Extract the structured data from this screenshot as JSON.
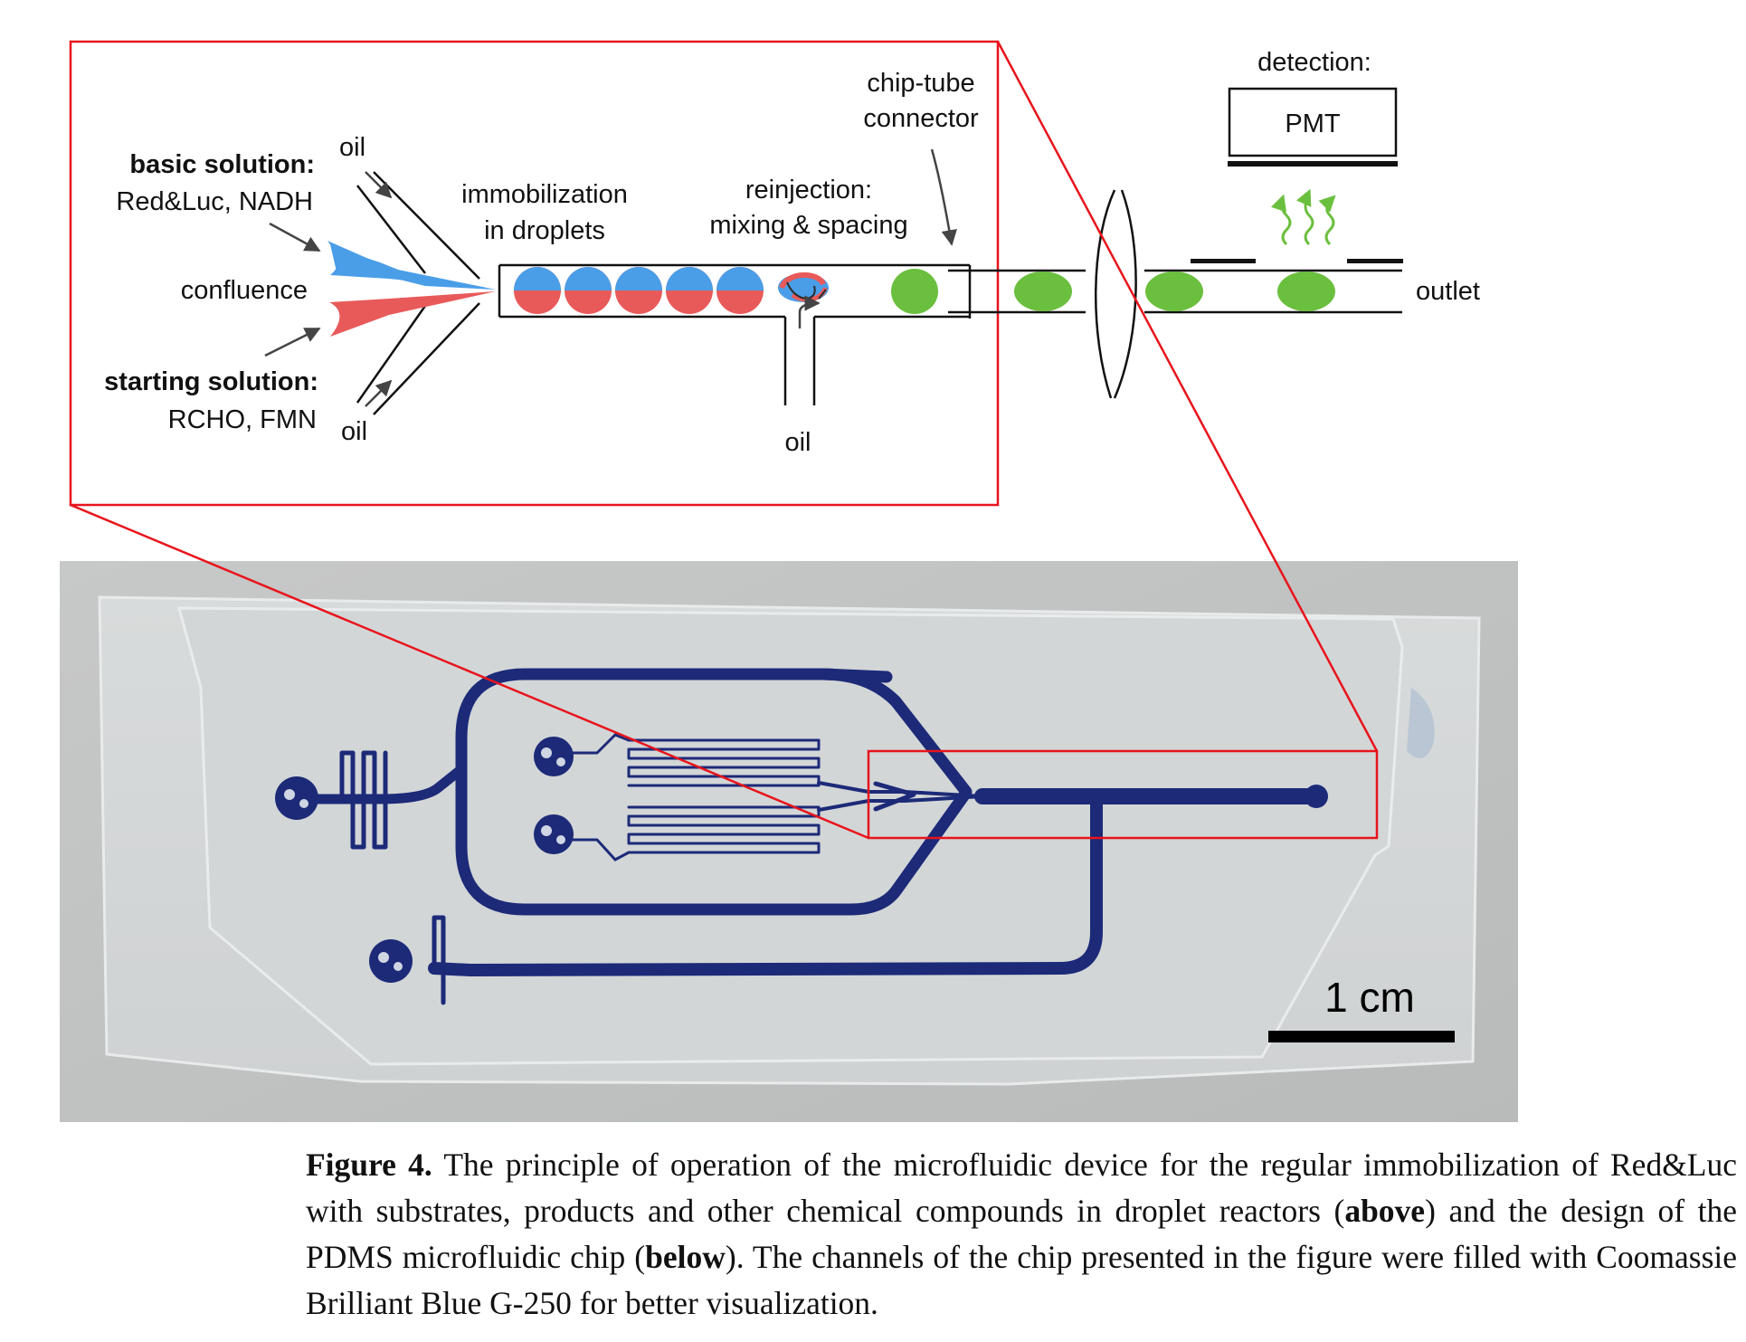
{
  "diagram": {
    "labels": {
      "oil_top": "oil",
      "basic_solution_title": "basic solution:",
      "basic_solution_contents": "Red&Luc, NADH",
      "confluence": "confluence",
      "starting_solution_title": "starting solution:",
      "starting_solution_contents": "RCHO, FMN",
      "oil_bottom": "oil",
      "immobilization_line1": "immobilization",
      "immobilization_line2": "in droplets",
      "reinjection_line1": "reinjection:",
      "reinjection_line2": "mixing & spacing",
      "oil_reinjection": "oil",
      "chip_tube_line1": "chip-tube",
      "chip_tube_line2": "connector",
      "detection": "detection:",
      "pmt": "PMT",
      "outlet": "outlet"
    },
    "colors": {
      "basic_solution": "#4a9ee8",
      "starting_solution": "#e85a5a",
      "product_droplet": "#6bbf3e",
      "zoom_frame": "#e8141c",
      "chip_channel": "#1c2a78"
    }
  },
  "photo": {
    "scale_bar_label": "1 cm"
  },
  "caption": {
    "figure_label": "Figure 4.",
    "text_1": " The principle of operation of the microfluidic device for the regular immobilization of Red&Luc with substrates, products and other chemical compounds in droplet reactors (",
    "bold_above": "above",
    "text_2": ") and the design of the PDMS microfluidic chip (",
    "bold_below": "below",
    "text_3": "). The channels of the chip presented in the figure were filled with Coomassie Brilliant Blue G-250 for better visualization."
  }
}
